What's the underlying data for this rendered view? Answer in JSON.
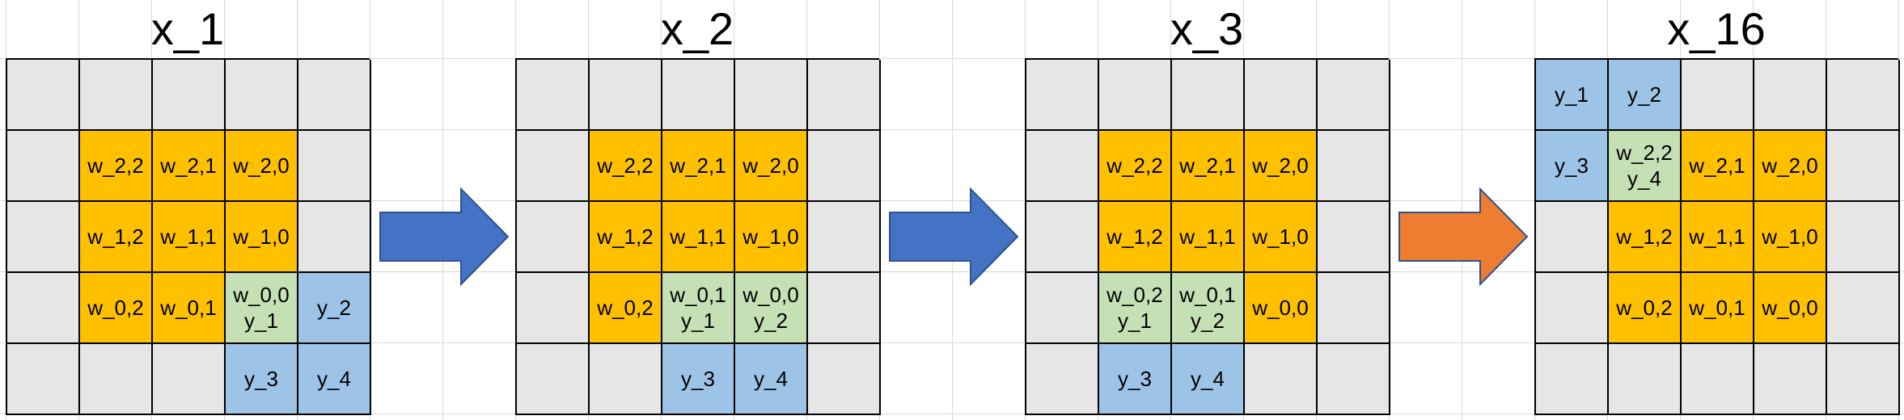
{
  "panels": [
    {
      "title": "x_1",
      "cells": [
        [
          {
            "t": "e",
            "l": []
          },
          {
            "t": "e",
            "l": []
          },
          {
            "t": "e",
            "l": []
          },
          {
            "t": "e",
            "l": []
          },
          {
            "t": "e",
            "l": []
          }
        ],
        [
          {
            "t": "e",
            "l": []
          },
          {
            "t": "w",
            "l": [
              "w_2,2"
            ]
          },
          {
            "t": "w",
            "l": [
              "w_2,1"
            ]
          },
          {
            "t": "w",
            "l": [
              "w_2,0"
            ]
          },
          {
            "t": "e",
            "l": []
          }
        ],
        [
          {
            "t": "e",
            "l": []
          },
          {
            "t": "w",
            "l": [
              "w_1,2"
            ]
          },
          {
            "t": "w",
            "l": [
              "w_1,1"
            ]
          },
          {
            "t": "w",
            "l": [
              "w_1,0"
            ]
          },
          {
            "t": "e",
            "l": []
          }
        ],
        [
          {
            "t": "e",
            "l": []
          },
          {
            "t": "w",
            "l": [
              "w_0,2"
            ]
          },
          {
            "t": "w",
            "l": [
              "w_0,1"
            ]
          },
          {
            "t": "wy",
            "l": [
              "w_0,0",
              "y_1"
            ]
          },
          {
            "t": "y",
            "l": [
              "y_2"
            ]
          }
        ],
        [
          {
            "t": "e",
            "l": []
          },
          {
            "t": "e",
            "l": []
          },
          {
            "t": "e",
            "l": []
          },
          {
            "t": "y",
            "l": [
              "y_3"
            ]
          },
          {
            "t": "y",
            "l": [
              "y_4"
            ]
          }
        ]
      ]
    },
    {
      "title": "x_2",
      "cells": [
        [
          {
            "t": "e",
            "l": []
          },
          {
            "t": "e",
            "l": []
          },
          {
            "t": "e",
            "l": []
          },
          {
            "t": "e",
            "l": []
          },
          {
            "t": "e",
            "l": []
          }
        ],
        [
          {
            "t": "e",
            "l": []
          },
          {
            "t": "w",
            "l": [
              "w_2,2"
            ]
          },
          {
            "t": "w",
            "l": [
              "w_2,1"
            ]
          },
          {
            "t": "w",
            "l": [
              "w_2,0"
            ]
          },
          {
            "t": "e",
            "l": []
          }
        ],
        [
          {
            "t": "e",
            "l": []
          },
          {
            "t": "w",
            "l": [
              "w_1,2"
            ]
          },
          {
            "t": "w",
            "l": [
              "w_1,1"
            ]
          },
          {
            "t": "w",
            "l": [
              "w_1,0"
            ]
          },
          {
            "t": "e",
            "l": []
          }
        ],
        [
          {
            "t": "e",
            "l": []
          },
          {
            "t": "w",
            "l": [
              "w_0,2"
            ]
          },
          {
            "t": "wy",
            "l": [
              "w_0,1",
              "y_1"
            ]
          },
          {
            "t": "wy",
            "l": [
              "w_0,0",
              "y_2"
            ]
          },
          {
            "t": "e",
            "l": []
          }
        ],
        [
          {
            "t": "e",
            "l": []
          },
          {
            "t": "e",
            "l": []
          },
          {
            "t": "y",
            "l": [
              "y_3"
            ]
          },
          {
            "t": "y",
            "l": [
              "y_4"
            ]
          },
          {
            "t": "e",
            "l": []
          }
        ]
      ]
    },
    {
      "title": "x_3",
      "cells": [
        [
          {
            "t": "e",
            "l": []
          },
          {
            "t": "e",
            "l": []
          },
          {
            "t": "e",
            "l": []
          },
          {
            "t": "e",
            "l": []
          },
          {
            "t": "e",
            "l": []
          }
        ],
        [
          {
            "t": "e",
            "l": []
          },
          {
            "t": "w",
            "l": [
              "w_2,2"
            ]
          },
          {
            "t": "w",
            "l": [
              "w_2,1"
            ]
          },
          {
            "t": "w",
            "l": [
              "w_2,0"
            ]
          },
          {
            "t": "e",
            "l": []
          }
        ],
        [
          {
            "t": "e",
            "l": []
          },
          {
            "t": "w",
            "l": [
              "w_1,2"
            ]
          },
          {
            "t": "w",
            "l": [
              "w_1,1"
            ]
          },
          {
            "t": "w",
            "l": [
              "w_1,0"
            ]
          },
          {
            "t": "e",
            "l": []
          }
        ],
        [
          {
            "t": "e",
            "l": []
          },
          {
            "t": "wy",
            "l": [
              "w_0,2",
              "y_1"
            ]
          },
          {
            "t": "wy",
            "l": [
              "w_0,1",
              "y_2"
            ]
          },
          {
            "t": "w",
            "l": [
              "w_0,0"
            ]
          },
          {
            "t": "e",
            "l": []
          }
        ],
        [
          {
            "t": "e",
            "l": []
          },
          {
            "t": "y",
            "l": [
              "y_3"
            ]
          },
          {
            "t": "y",
            "l": [
              "y_4"
            ]
          },
          {
            "t": "e",
            "l": []
          },
          {
            "t": "e",
            "l": []
          }
        ]
      ]
    },
    {
      "title": "x_16",
      "cells": [
        [
          {
            "t": "y",
            "l": [
              "y_1"
            ]
          },
          {
            "t": "y",
            "l": [
              "y_2"
            ]
          },
          {
            "t": "e",
            "l": []
          },
          {
            "t": "e",
            "l": []
          },
          {
            "t": "e",
            "l": []
          }
        ],
        [
          {
            "t": "y",
            "l": [
              "y_3"
            ]
          },
          {
            "t": "wy",
            "l": [
              "w_2,2",
              "y_4"
            ]
          },
          {
            "t": "w",
            "l": [
              "w_2,1"
            ]
          },
          {
            "t": "w",
            "l": [
              "w_2,0"
            ]
          },
          {
            "t": "e",
            "l": []
          }
        ],
        [
          {
            "t": "e",
            "l": []
          },
          {
            "t": "w",
            "l": [
              "w_1,2"
            ]
          },
          {
            "t": "w",
            "l": [
              "w_1,1"
            ]
          },
          {
            "t": "w",
            "l": [
              "w_1,0"
            ]
          },
          {
            "t": "e",
            "l": []
          }
        ],
        [
          {
            "t": "e",
            "l": []
          },
          {
            "t": "w",
            "l": [
              "w_0,2"
            ]
          },
          {
            "t": "w",
            "l": [
              "w_0,1"
            ]
          },
          {
            "t": "w",
            "l": [
              "w_0,0"
            ]
          },
          {
            "t": "e",
            "l": []
          }
        ],
        [
          {
            "t": "e",
            "l": []
          },
          {
            "t": "e",
            "l": []
          },
          {
            "t": "e",
            "l": []
          },
          {
            "t": "e",
            "l": []
          },
          {
            "t": "e",
            "l": []
          }
        ]
      ]
    }
  ],
  "arrows": [
    {
      "color": "#4472c4"
    },
    {
      "color": "#4472c4"
    },
    {
      "color": "#ed7d31"
    }
  ]
}
